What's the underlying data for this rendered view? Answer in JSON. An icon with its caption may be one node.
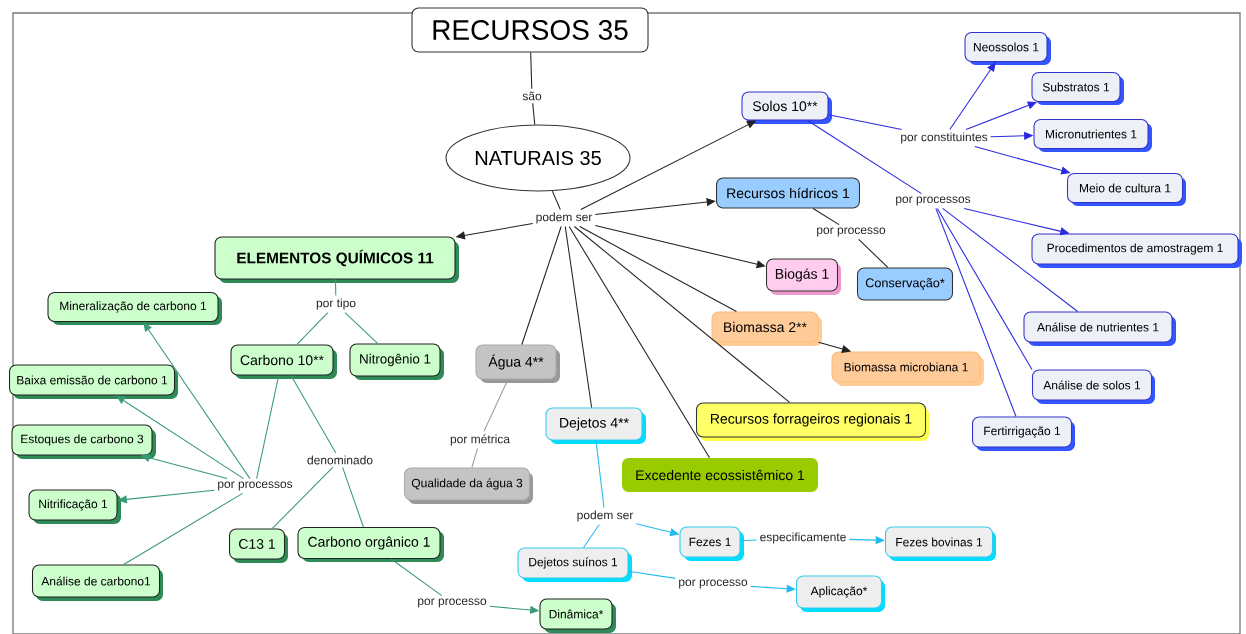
{
  "diagram": {
    "nodes": [
      {
        "text": [
          "RECURSOS 35"
        ]
      },
      {
        "text": [
          "são"
        ]
      },
      {
        "text": [
          "NATURAIS 35"
        ]
      },
      {
        "text": [
          "podem ser"
        ]
      },
      {
        "text": [
          "ELEMENTOS QUÍMICOS 11"
        ]
      },
      {
        "text": [
          "Solos 10**"
        ]
      },
      {
        "text": [
          "Recursos hídricos 1"
        ]
      },
      {
        "text": [
          "Biogás 1"
        ]
      },
      {
        "text": [
          "Biomassa 2**"
        ]
      },
      {
        "text": [
          "Biomassa microbiana 1"
        ]
      },
      {
        "text": [
          "Recursos forrageiros regionais 1"
        ]
      },
      {
        "text": [
          "Excedente ecossistêmico 1"
        ]
      },
      {
        "text": [
          "Dejetos 4**"
        ]
      },
      {
        "text": [
          "Água 4**"
        ]
      },
      {
        "text": [
          "por métrica"
        ]
      },
      {
        "text": [
          "Qualidade da água 3"
        ]
      },
      {
        "text": [
          "por tipo"
        ]
      },
      {
        "text": [
          "Carbono 10**"
        ]
      },
      {
        "text": [
          "Nitrogênio 1"
        ]
      },
      {
        "text": [
          "denominado"
        ]
      },
      {
        "text": [
          "C13  1"
        ]
      },
      {
        "text": [
          "Carbono orgânico 1"
        ]
      },
      {
        "text": [
          "por processos"
        ]
      },
      {
        "text": [
          "Mineralização de carbono  1"
        ]
      },
      {
        "text": [
          "Baixa emissão de carbono 1"
        ]
      },
      {
        "text": [
          "Estoques de carbono 3"
        ]
      },
      {
        "text": [
          "Nitrificação 1"
        ]
      },
      {
        "text": [
          "Análise de carbono1"
        ]
      },
      {
        "text": [
          "por processo"
        ]
      },
      {
        "text": [
          "Dinâmica*"
        ]
      },
      {
        "text": [
          "podem ser"
        ]
      },
      {
        "text": [
          "Dejetos suínos 1"
        ]
      },
      {
        "text": [
          "Fezes 1"
        ]
      },
      {
        "text": [
          "especificamente"
        ]
      },
      {
        "text": [
          "Fezes bovinas 1"
        ]
      },
      {
        "text": [
          "por processo"
        ]
      },
      {
        "text": [
          "Aplicação*"
        ]
      },
      {
        "text": [
          "por processo"
        ]
      },
      {
        "text": [
          "Conservação*"
        ]
      },
      {
        "text": [
          "por constituintes"
        ]
      },
      {
        "text": [
          "por processos"
        ]
      },
      {
        "text": [
          "Neossolos 1"
        ]
      },
      {
        "text": [
          "Substratos 1"
        ]
      },
      {
        "text": [
          "Micronutrientes 1"
        ]
      },
      {
        "text": [
          "Meio de cultura 1"
        ]
      },
      {
        "text": [
          "Procedimentos de amostragem 1"
        ]
      },
      {
        "text": [
          "Análise de nutrientes 1"
        ]
      },
      {
        "text": [
          "Análise de solos 1"
        ]
      },
      {
        "text": [
          "Fertirrigação 1"
        ]
      }
    ],
    "edges": [
      {
        "from": 0,
        "to": 1,
        "arrow": "none"
      },
      {
        "from": 1,
        "to": 2,
        "arrow": "none"
      },
      {
        "from": 2,
        "to": 3,
        "arrow": "none"
      },
      {
        "from": 3,
        "to": 4,
        "arrow": "to"
      },
      {
        "from": 3,
        "to": 5,
        "arrow": "to"
      },
      {
        "from": 3,
        "to": 6,
        "arrow": "to"
      },
      {
        "from": 3,
        "to": 7,
        "arrow": "to"
      },
      {
        "from": 3,
        "to": 8,
        "arrow": "none"
      },
      {
        "from": 3,
        "to": 10,
        "arrow": "none"
      },
      {
        "from": 3,
        "to": 11,
        "arrow": "none"
      },
      {
        "from": 3,
        "to": 12,
        "arrow": "none"
      },
      {
        "from": 3,
        "to": 13,
        "arrow": "none"
      },
      {
        "from": 8,
        "to": 9,
        "arrow": "to"
      },
      {
        "from": 6,
        "to": 37,
        "arrow": "none"
      },
      {
        "from": 37,
        "to": 38,
        "arrow": "none"
      },
      {
        "from": 13,
        "to": 14,
        "arrow": "none",
        "color": "#999999"
      },
      {
        "from": 14,
        "to": 15,
        "arrow": "none",
        "color": "#999999"
      },
      {
        "from": 4,
        "to": 16,
        "arrow": "none",
        "color": "#3a9a78"
      },
      {
        "from": 16,
        "to": 17,
        "arrow": "none",
        "color": "#3a9a78"
      },
      {
        "from": 16,
        "to": 18,
        "arrow": "none",
        "color": "#3a9a78"
      },
      {
        "from": 17,
        "to": 19,
        "arrow": "none",
        "color": "#3a9a78"
      },
      {
        "from": 19,
        "to": 20,
        "arrow": "none",
        "color": "#3a9a78"
      },
      {
        "from": 19,
        "to": 21,
        "arrow": "none",
        "color": "#3a9a78"
      },
      {
        "from": 17,
        "to": 22,
        "arrow": "none",
        "color": "#3a9a78"
      },
      {
        "from": 22,
        "to": 23,
        "arrow": "to",
        "color": "#3a9a78"
      },
      {
        "from": 22,
        "to": 24,
        "arrow": "to",
        "color": "#3a9a78"
      },
      {
        "from": 22,
        "to": 25,
        "arrow": "to",
        "color": "#3a9a78"
      },
      {
        "from": 22,
        "to": 26,
        "arrow": "to",
        "color": "#3a9a78"
      },
      {
        "from": 22,
        "to": 27,
        "arrow": "none",
        "color": "#3a9a78"
      },
      {
        "from": 21,
        "to": 28,
        "arrow": "none",
        "color": "#3a9a78"
      },
      {
        "from": 28,
        "to": 29,
        "arrow": "to",
        "color": "#3a9a78"
      },
      {
        "from": 12,
        "to": 30,
        "arrow": "none",
        "color": "#22bbee"
      },
      {
        "from": 30,
        "to": 31,
        "arrow": "none",
        "color": "#22bbee"
      },
      {
        "from": 30,
        "to": 32,
        "arrow": "to",
        "color": "#22bbee"
      },
      {
        "from": 32,
        "to": 33,
        "arrow": "none",
        "color": "#22bbee"
      },
      {
        "from": 33,
        "to": 34,
        "arrow": "to",
        "color": "#22bbee"
      },
      {
        "from": 31,
        "to": 35,
        "arrow": "none",
        "color": "#22bbee"
      },
      {
        "from": 35,
        "to": 36,
        "arrow": "to",
        "color": "#22bbee"
      },
      {
        "from": 5,
        "to": 39,
        "arrow": "none",
        "color": "#2a2ae0"
      },
      {
        "from": 39,
        "to": 41,
        "arrow": "to",
        "color": "#2a2ae0"
      },
      {
        "from": 39,
        "to": 42,
        "arrow": "to",
        "color": "#2a2ae0"
      },
      {
        "from": 39,
        "to": 43,
        "arrow": "to",
        "color": "#2a2ae0"
      },
      {
        "from": 39,
        "to": 44,
        "arrow": "to",
        "color": "#2a2ae0"
      },
      {
        "from": 5,
        "to": 40,
        "arrow": "none",
        "color": "#2a2ae0"
      },
      {
        "from": 40,
        "to": 45,
        "arrow": "to",
        "color": "#2a2ae0"
      },
      {
        "from": 40,
        "to": 46,
        "arrow": "none",
        "color": "#2a2ae0"
      },
      {
        "from": 40,
        "to": 47,
        "arrow": "none",
        "color": "#2a2ae0"
      },
      {
        "from": 40,
        "to": 48,
        "arrow": "none",
        "color": "#2a2ae0"
      }
    ]
  }
}
